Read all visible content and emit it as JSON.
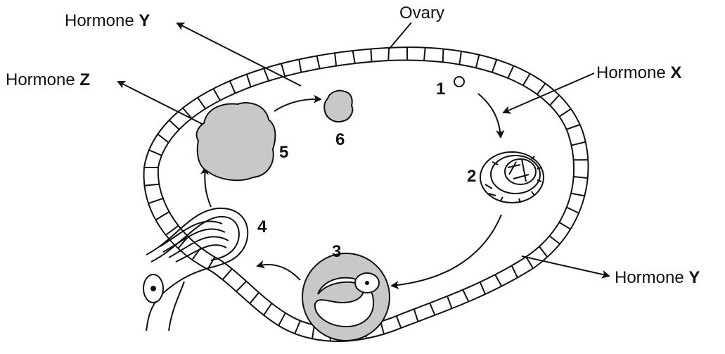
{
  "labels": {
    "ovary": "Ovary",
    "hormone_word": "Hormone",
    "hormone_y_top": "Y",
    "hormone_z": "Z",
    "hormone_x": "X",
    "hormone_y_bottom": "Y"
  },
  "stages": [
    "1",
    "2",
    "3",
    "4",
    "5",
    "6"
  ],
  "colors": {
    "line": "#111111",
    "shaded": "#c8c8c8",
    "background": "#ffffff"
  }
}
